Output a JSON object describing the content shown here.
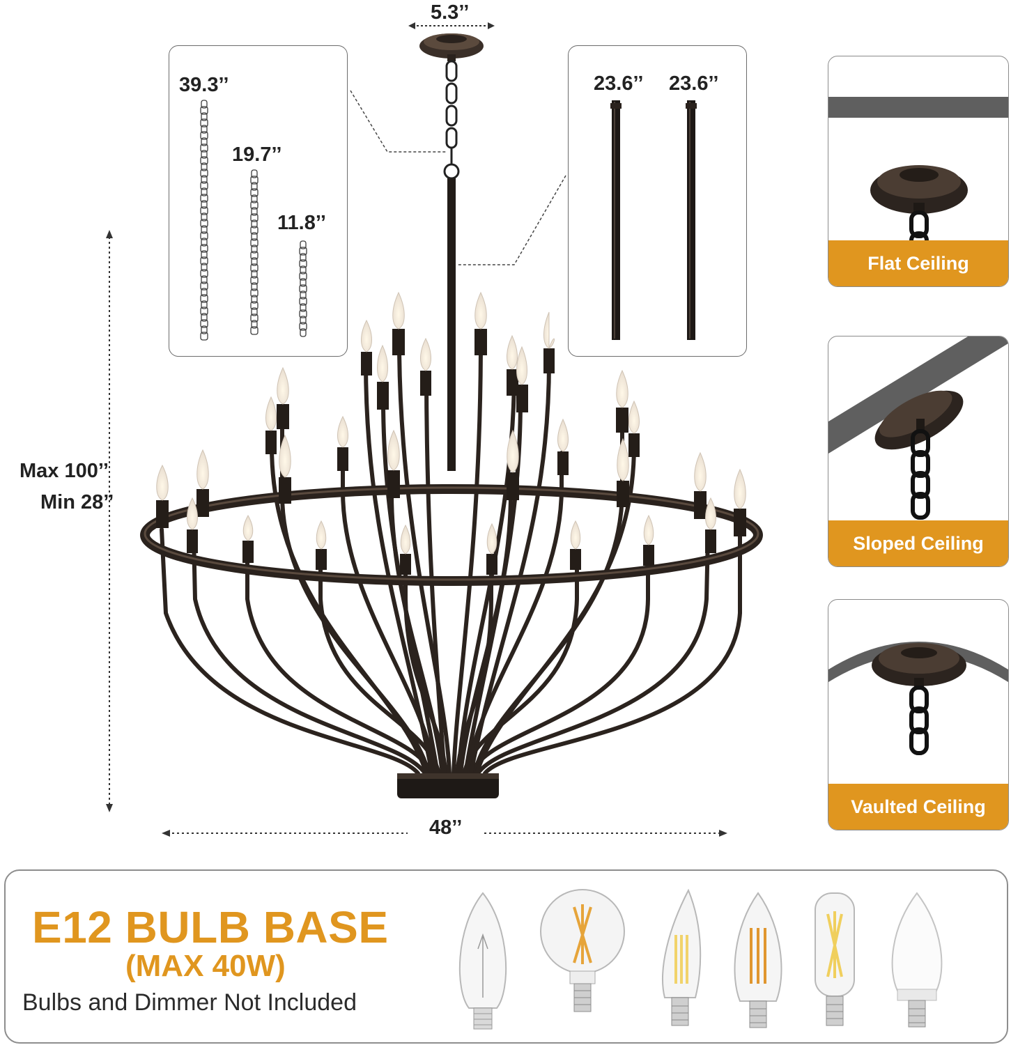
{
  "dimensions": {
    "canopy_width": "5.3’’",
    "chain_lengths": [
      "39.3’’",
      "19.7’’",
      "11.8’’"
    ],
    "rod_lengths": [
      "23.6’’",
      "23.6’’"
    ],
    "height_max": "Max 100’’",
    "height_min": "Min 28’’",
    "diameter": "48’’"
  },
  "ceiling_types": [
    {
      "label": "Flat Ceiling"
    },
    {
      "label": "Sloped Ceiling"
    },
    {
      "label": "Vaulted Ceiling"
    }
  ],
  "bulb_info": {
    "title": "E12 BULB BASE",
    "subtitle": "(MAX 40W)",
    "note": "Bulbs and Dimmer Not Included"
  },
  "colors": {
    "accent": "#e0961f",
    "metal": "#2e2620"
  }
}
